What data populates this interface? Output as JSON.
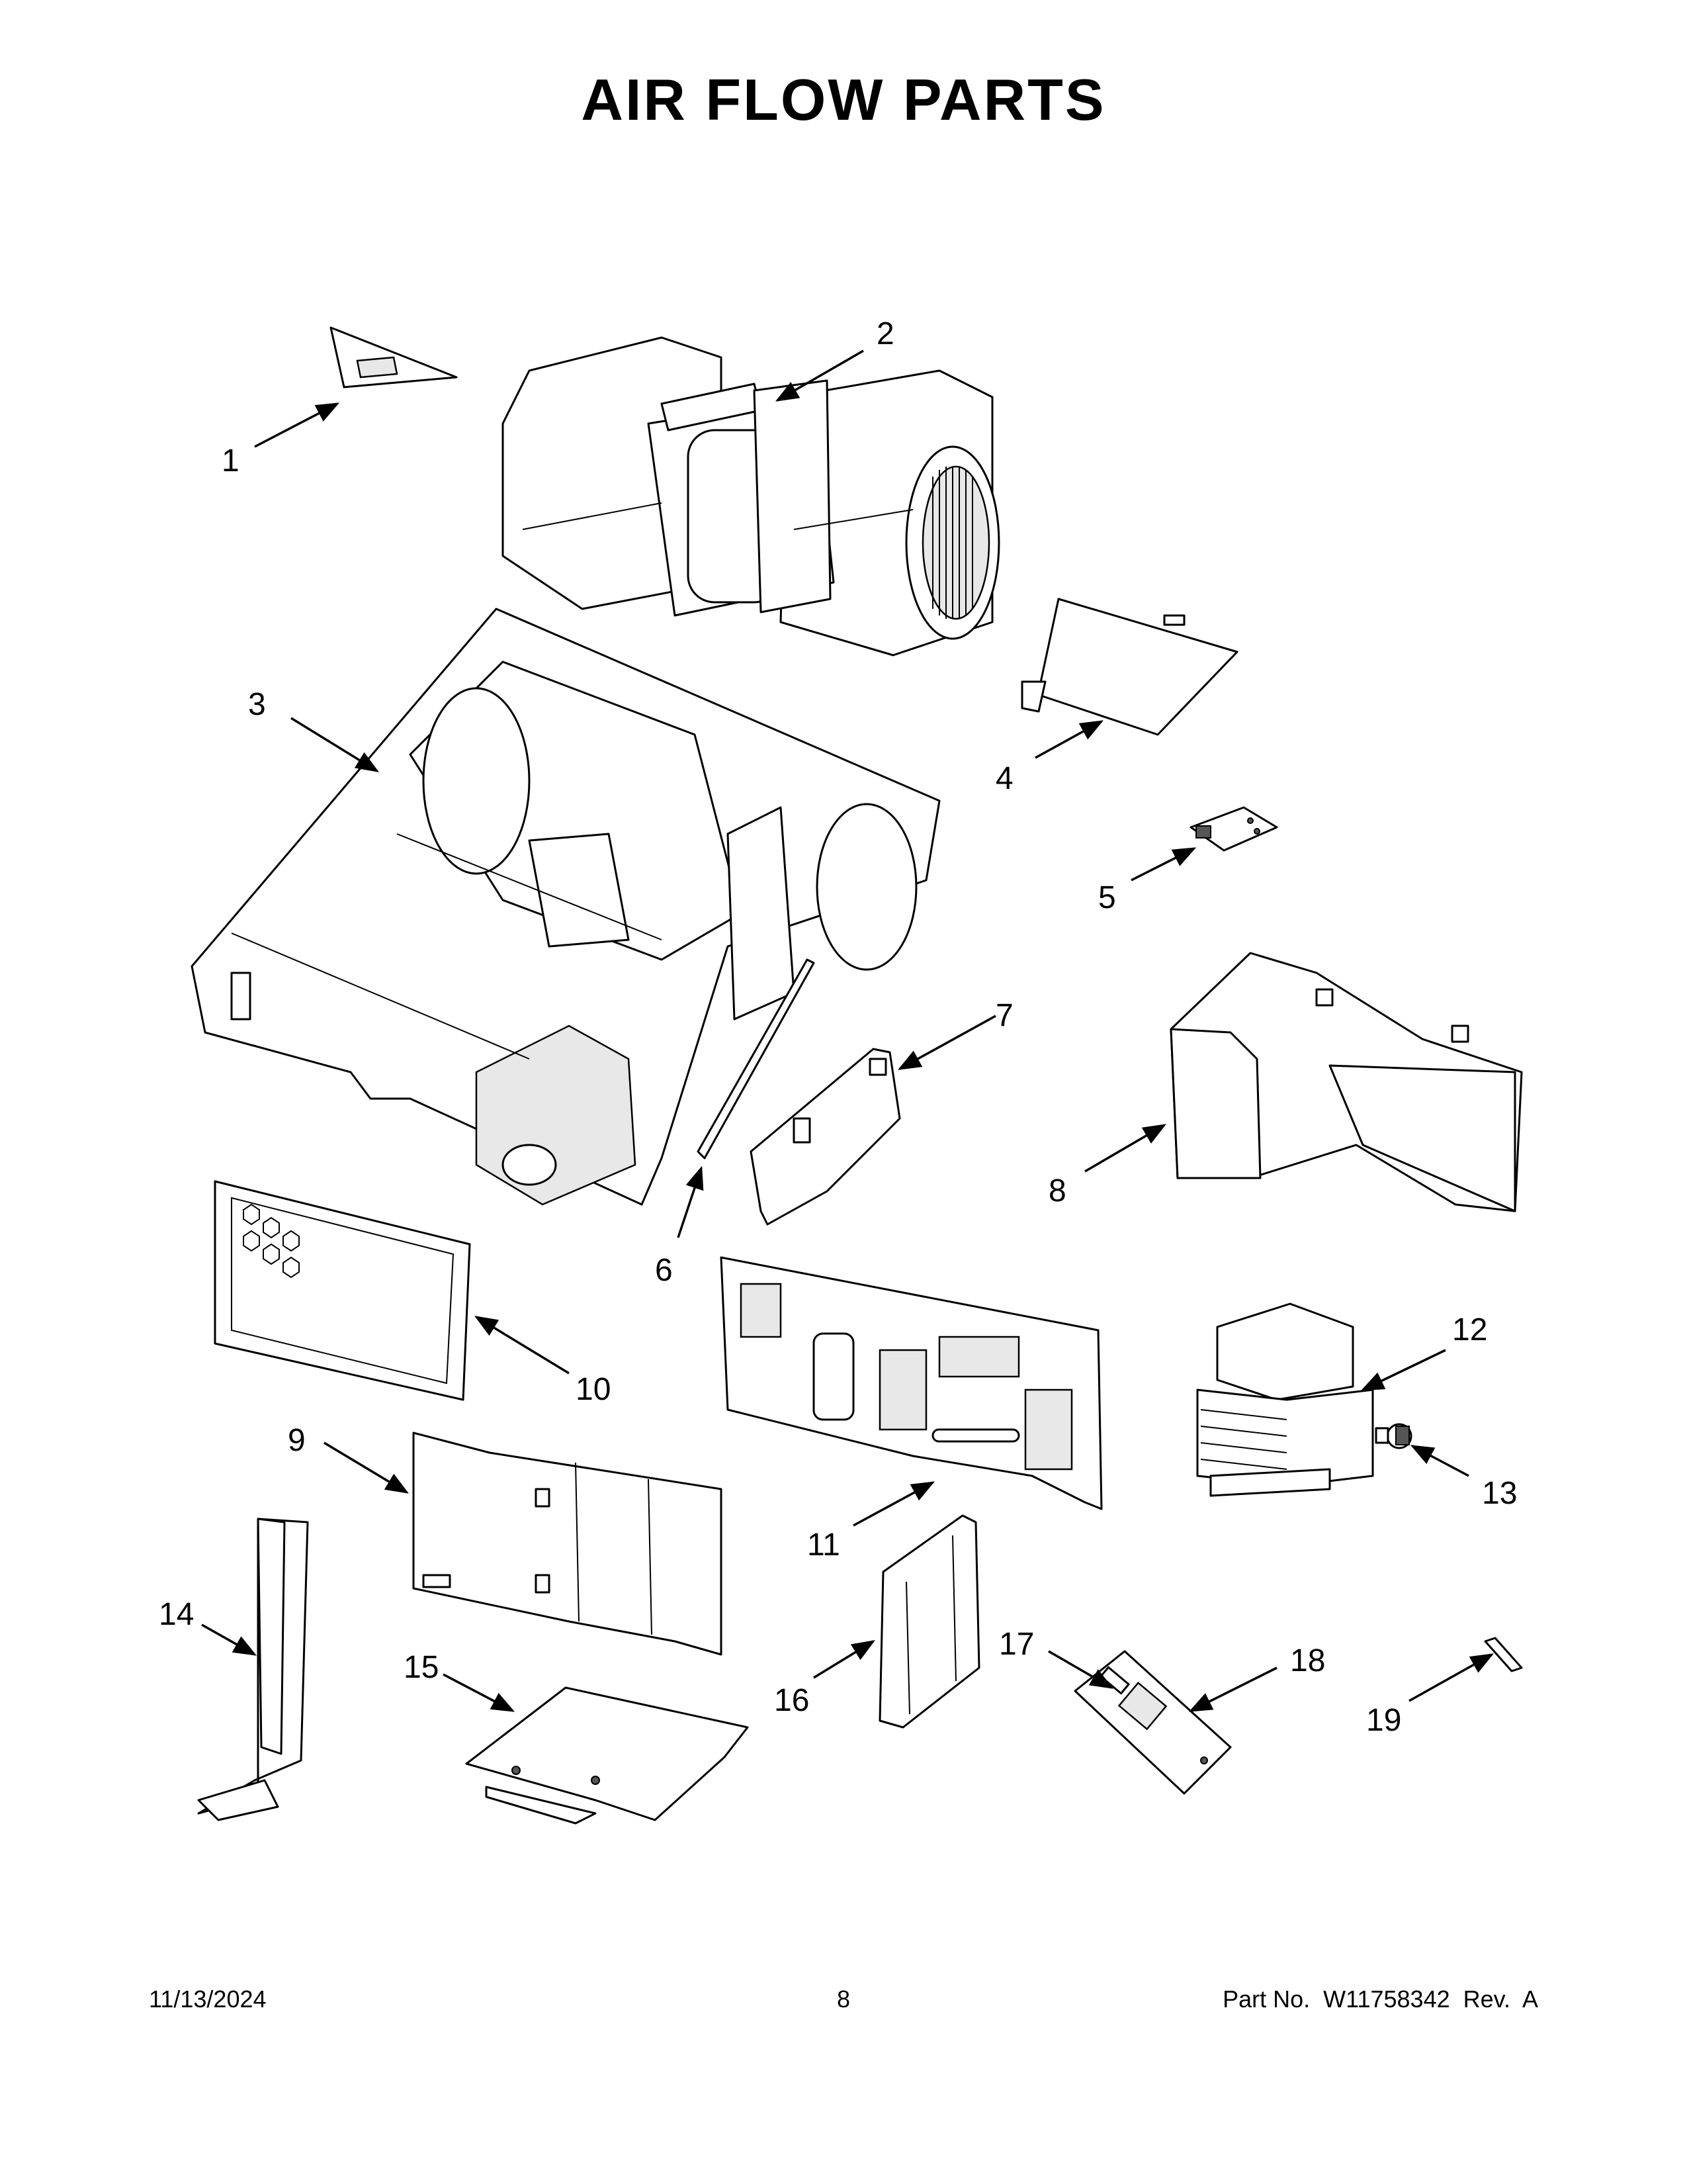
{
  "title": "AIR FLOW PARTS",
  "callouts": [
    {
      "id": "1",
      "label": "1"
    },
    {
      "id": "2",
      "label": "2"
    },
    {
      "id": "3",
      "label": "3"
    },
    {
      "id": "4",
      "label": "4"
    },
    {
      "id": "5",
      "label": "5"
    },
    {
      "id": "6",
      "label": "6"
    },
    {
      "id": "7",
      "label": "7"
    },
    {
      "id": "8",
      "label": "8"
    },
    {
      "id": "9",
      "label": "9"
    },
    {
      "id": "10",
      "label": "10"
    },
    {
      "id": "11",
      "label": "11"
    },
    {
      "id": "12",
      "label": "12"
    },
    {
      "id": "13",
      "label": "13"
    },
    {
      "id": "14",
      "label": "14"
    },
    {
      "id": "15",
      "label": "15"
    },
    {
      "id": "16",
      "label": "16"
    },
    {
      "id": "17",
      "label": "17"
    },
    {
      "id": "18",
      "label": "18"
    },
    {
      "id": "19",
      "label": "19"
    }
  ],
  "footer": {
    "date": "11/13/2024",
    "page": "8",
    "part_no": "Part No.  W11758342  Rev.  A"
  }
}
